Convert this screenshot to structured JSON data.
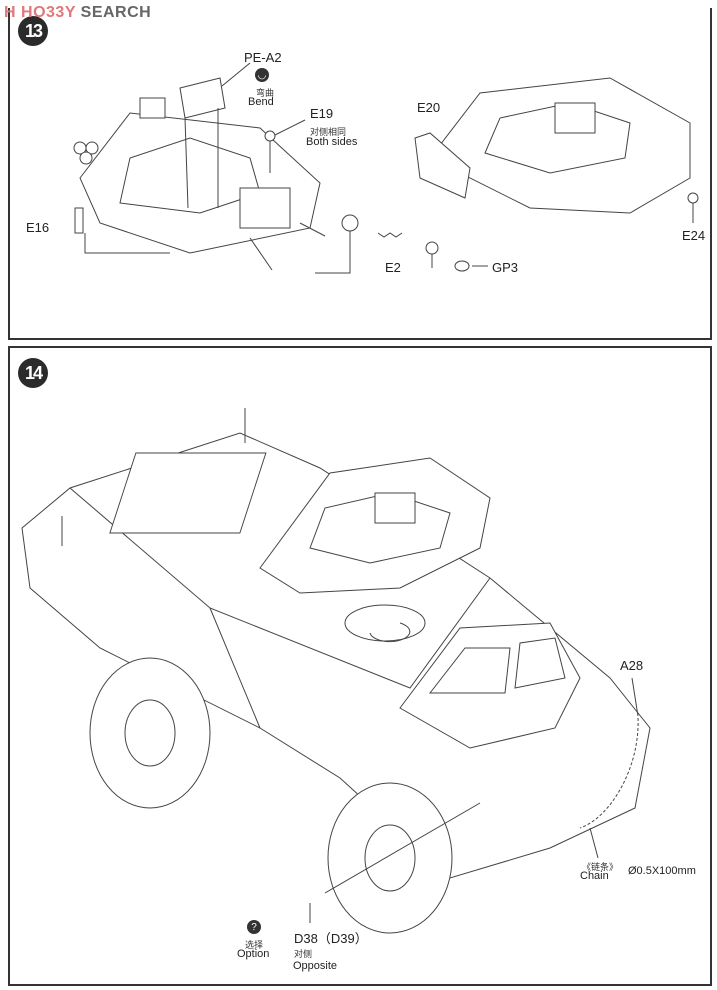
{
  "watermark": {
    "logo_mark": "H",
    "logo_text_a": "HO33Y",
    "logo_text_b": " SEARCH"
  },
  "step13": {
    "number": "13",
    "labels": {
      "pe_a2": "PE-A2",
      "bend_cn": "弯曲",
      "bend": "Bend",
      "e19": "E19",
      "both_sides_cn": "对侧相同",
      "both_sides": "Both sides",
      "e16": "E16",
      "e20": "E20",
      "e24": "E24",
      "e2": "E2",
      "gp3": "GP3"
    }
  },
  "step14": {
    "number": "14",
    "labels": {
      "a28": "A28",
      "chain_cn": "《链条》",
      "chain": "Chain",
      "chain_spec": "Ø0.5X100mm",
      "option_cn": "选择",
      "option": "Option",
      "option_icon": "?",
      "d38": "D38（D39）",
      "opposite_cn": "对侧",
      "opposite": "Opposite"
    }
  }
}
